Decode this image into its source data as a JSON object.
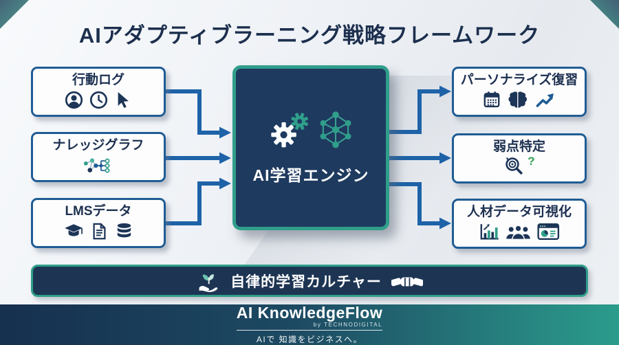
{
  "title": "AIアダプティブラーニング戦略フレームワーク",
  "inputs": [
    {
      "label": "行動ログ",
      "icons": [
        "user-icon",
        "clock-icon",
        "cursor-icon"
      ]
    },
    {
      "label": "ナレッジグラフ",
      "icons": [
        "knowledge-graph-icon"
      ]
    },
    {
      "label": "LMSデータ",
      "icons": [
        "graduation-cap-icon",
        "document-icon",
        "database-icon"
      ]
    }
  ],
  "engine": {
    "label": "AI学習エンジン",
    "icons": [
      "gears-icon",
      "neural-network-icon"
    ]
  },
  "outputs": [
    {
      "label": "パーソナライズ復習",
      "icons": [
        "calendar-icon",
        "brain-icon",
        "trend-up-icon"
      ]
    },
    {
      "label": "弱点特定",
      "icons": [
        "target-magnifier-icon"
      ],
      "annotation": "?"
    },
    {
      "label": "人材データ可視化",
      "icons": [
        "bar-chart-icon",
        "people-icon",
        "dashboard-icon"
      ]
    }
  ],
  "culture": {
    "label": "自律的学習カルチャー",
    "icons": [
      "seedling-hand-icon",
      "handshake-icon"
    ]
  },
  "footer": {
    "brand": "AI KnowledgeFlow",
    "byline": "by TECHNODIGITAL",
    "tagline": "AIで 知識をビジネスへ。"
  },
  "colors": {
    "navy_icon": "#1d3557",
    "panel_navy": "#1e3a5f",
    "teal": "#2f9e8a",
    "arrow_blue": "#1e63a8",
    "box_border_blue": "#1f5c94",
    "question_green": "#2e9e50"
  }
}
